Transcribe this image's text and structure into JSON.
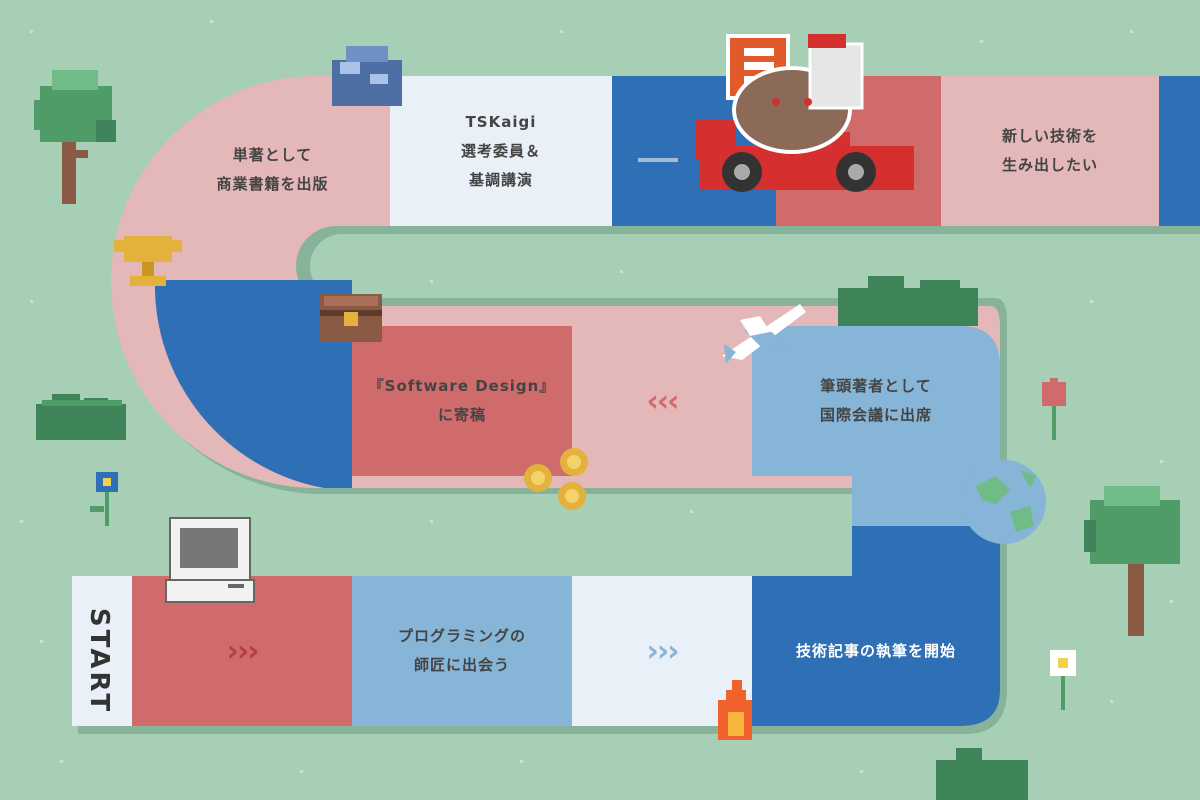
{
  "board": {
    "start_label": "START",
    "squares": {
      "tanshocho": "単著として\n商業書籍を出版",
      "tskaigi": "TSKaigi\n選考委員＆\n基調講演",
      "atarashii": "新しい技術を\n生み出したい",
      "software_design": "『Software Design』\nに寄稿",
      "hitto_chosha": "筆頭著者として\n国際会議に出席",
      "programming": "プログラミングの\n師匠に出会う",
      "gijutsu_kiji": "技術記事の執筆を開始"
    },
    "arrows": {
      "start_row_1": "›››",
      "start_row_2": "›››",
      "middle_row": "‹‹‹"
    },
    "colors": {
      "background": "#a6cfb6",
      "path_shadow": "#86b39a",
      "coral": "#d06b6c",
      "pink": "#e4b7b8",
      "light_blue": "#86b5d7",
      "pale_blue": "#eaf0f8",
      "dark_blue": "#2e6fb5"
    }
  }
}
